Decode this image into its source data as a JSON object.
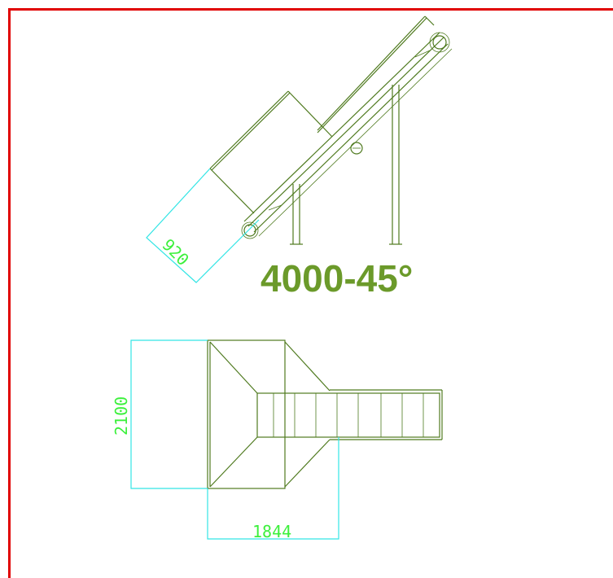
{
  "drawing": {
    "title": "4000-45°",
    "side_view": {
      "width_dimension": "920"
    },
    "top_view": {
      "height_dimension": "2100",
      "width_dimension": "1844"
    }
  },
  "colors": {
    "frame": "#e00000",
    "geometry": "#4f7a1f",
    "dimension_lines": "#33e5e5",
    "dimension_text": "#3cf03c",
    "title": "#6b9a2a"
  }
}
